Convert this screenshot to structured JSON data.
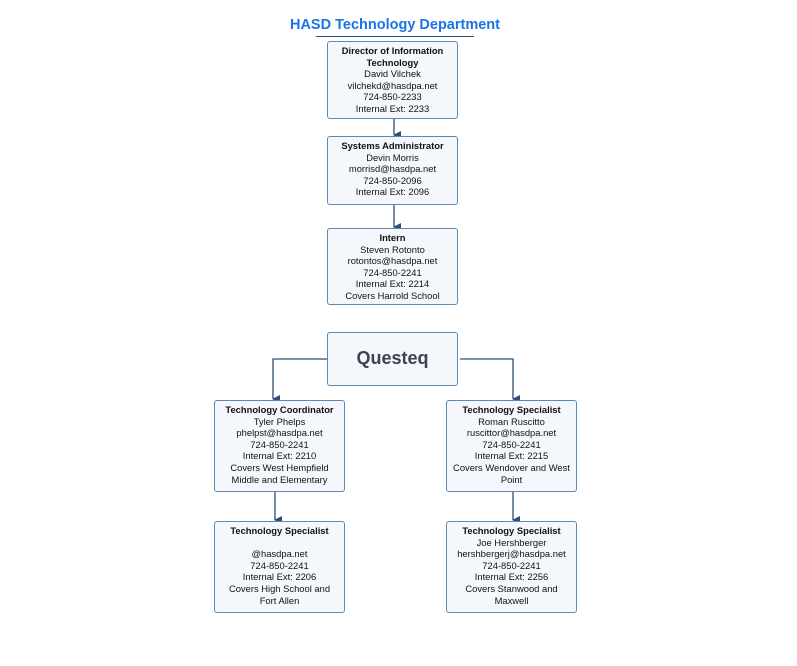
{
  "title": "HASD Technology Department",
  "colors": {
    "title": "#1a73e8",
    "connector": "#2c4f73",
    "box_border": "#5b8ab7",
    "box_fill": "#f4f8fc"
  },
  "boxes": {
    "director": [
      "Director of Information Technology",
      "David Vilchek",
      "vilchekd@hasdpa.net",
      "724-850-2233",
      "Internal Ext: 2233"
    ],
    "sysadmin": [
      "Systems Administrator",
      "Devin Morris",
      "morrisd@hasdpa.net",
      "724-850-2096",
      "Internal Ext: 2096"
    ],
    "intern": [
      "Intern",
      "Steven Rotonto",
      "rotontos@hasdpa.net",
      "724-850-2241",
      "Internal Ext: 2214",
      "Covers Harrold School"
    ],
    "questeq": "Questeq",
    "coordinator": [
      "Technology Coordinator",
      "Tyler Phelps",
      "phelpst@hasdpa.net",
      "724-850-2241",
      "Internal Ext: 2210",
      "Covers West Hempfield",
      "Middle and Elementary"
    ],
    "specialist_ruscitto": [
      "Technology Specialist",
      "Roman Ruscitto",
      "ruscittor@hasdpa.net",
      "724-850-2241",
      "Internal Ext: 2215",
      "Covers Wendover and West",
      "Point"
    ],
    "specialist_unnamed": [
      "Technology Specialist",
      "",
      "@hasdpa.net",
      "724-850-2241",
      "Internal Ext: 2206",
      "Covers High School and",
      "Fort Allen"
    ],
    "specialist_hershberger": [
      "Technology Specialist",
      "Joe Hershberger",
      "hershbergerj@hasdpa.net",
      "724-850-2241",
      "Internal Ext: 2256",
      "Covers Stanwood and",
      "Maxwell"
    ]
  }
}
